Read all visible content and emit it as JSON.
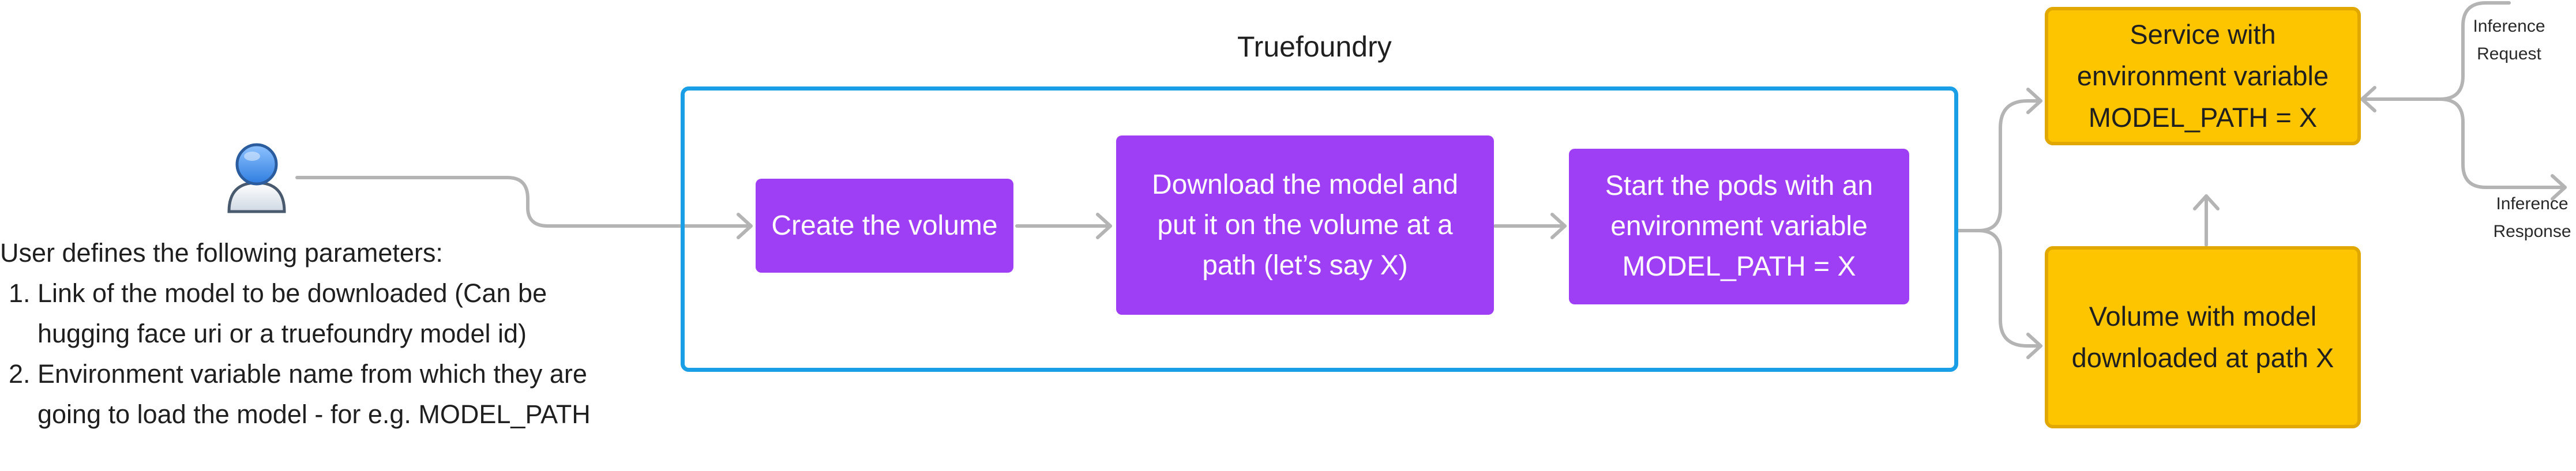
{
  "diagram": {
    "platform_label": "Truefoundry",
    "steps": [
      "Create the volume",
      "Download the model and put it on the volume at a path (let’s say X)",
      "Start the pods with an environment variable MODEL_PATH = X"
    ],
    "outputs": {
      "service": "Service with environment variable MODEL_PATH = X",
      "volume": "Volume with model downloaded at path X"
    },
    "inference": {
      "request": "Inference Request",
      "response": "Inference Response"
    },
    "user": {
      "icon": "user-icon",
      "intro": "User defines the following parameters:",
      "params": [
        "Link of the model to be downloaded (Can be hugging face uri or a truefoundry model id)",
        "Environment variable name from which they are going to load the model - for e.g. MODEL_PATH"
      ]
    }
  },
  "colors": {
    "platform_border": "#1a9ee6",
    "step_fill": "#9f3ff5",
    "output_fill": "#fdc500",
    "output_border": "#e0a800",
    "connector": "#b4b4b4"
  }
}
